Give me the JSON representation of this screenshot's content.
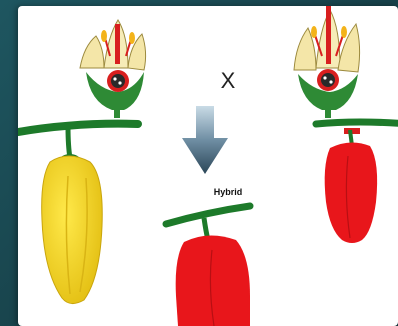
{
  "diagram": {
    "cross_symbol": "X",
    "result_label": "Hybrid",
    "colors": {
      "yellow_pepper": "#f2d21a",
      "red_pepper": "#e8161b",
      "stem_green": "#1d7a2a",
      "arrow_dark": "#2f4a5c",
      "arrow_light": "#a9c6d8",
      "flower_petal": "#f4e6a8",
      "flower_red": "#d81f1f"
    },
    "parents": [
      "yellow-pepper-parent",
      "red-pepper-parent"
    ],
    "offspring": "red-pepper-hybrid"
  }
}
